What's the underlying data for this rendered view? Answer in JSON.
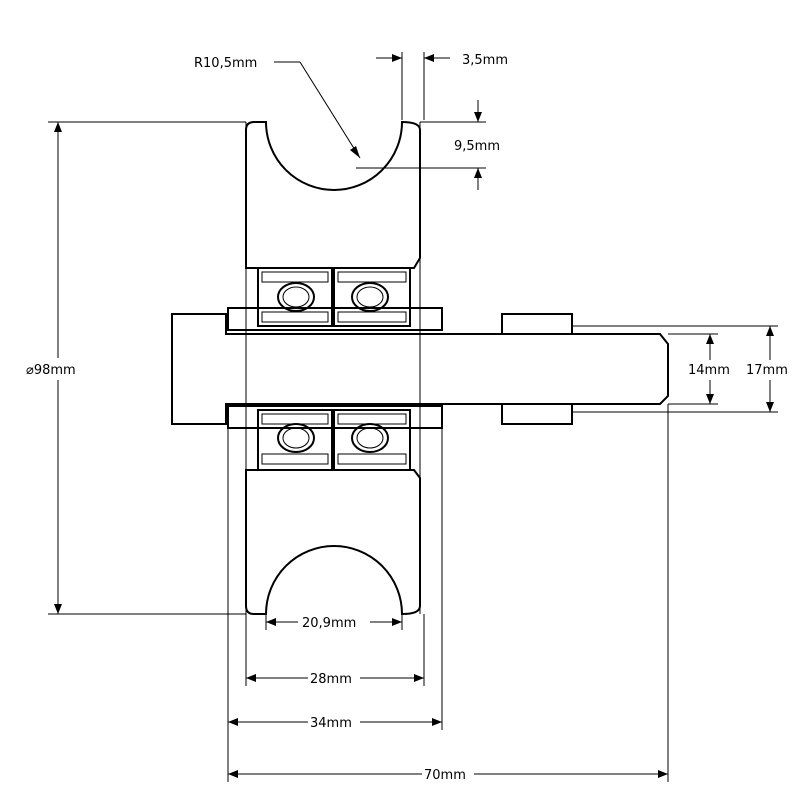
{
  "dimensions": {
    "groove_radius": "R10,5mm",
    "groove_offset": "3,5mm",
    "groove_depth": "9,5mm",
    "outer_diameter": "⌀98mm",
    "bore_small": "14mm",
    "bore_shaft": "17mm",
    "groove_width": "20,9mm",
    "wheel_width": "28mm",
    "hub_width": "34mm",
    "overall_length": "70mm"
  },
  "colors": {
    "line": "#000000",
    "background": "#ffffff"
  }
}
